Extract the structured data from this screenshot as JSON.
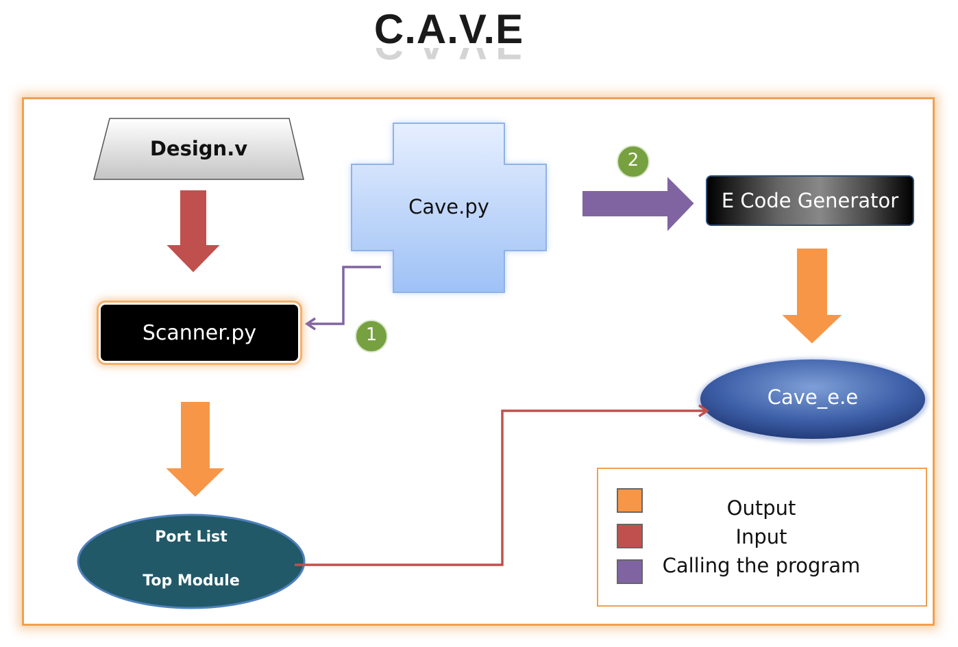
{
  "title": "C.A.V.E",
  "nodes": {
    "design": "Design.v",
    "cave_py": "Cave.py",
    "scanner": "Scanner.py",
    "ecode": "E Code Generator",
    "cave_ee": "Cave_e.e",
    "port_list": "Port List",
    "top_module": "Top Module"
  },
  "steps": {
    "step1": "1",
    "step2": "2"
  },
  "legend": {
    "items": [
      {
        "label": "Output",
        "color": "#f79646"
      },
      {
        "label": "Input",
        "color": "#c0504d"
      },
      {
        "label": "Calling the program",
        "color": "#8064a2"
      }
    ]
  },
  "colors": {
    "frame": "#f0a050",
    "output_arrow": "#f79646",
    "input_arrow": "#c0504d",
    "call_arrow": "#8064a2",
    "step_badge": "#77a040",
    "port_list_fill": "#215968",
    "cave_ee_fill": "#2b4a8a"
  }
}
